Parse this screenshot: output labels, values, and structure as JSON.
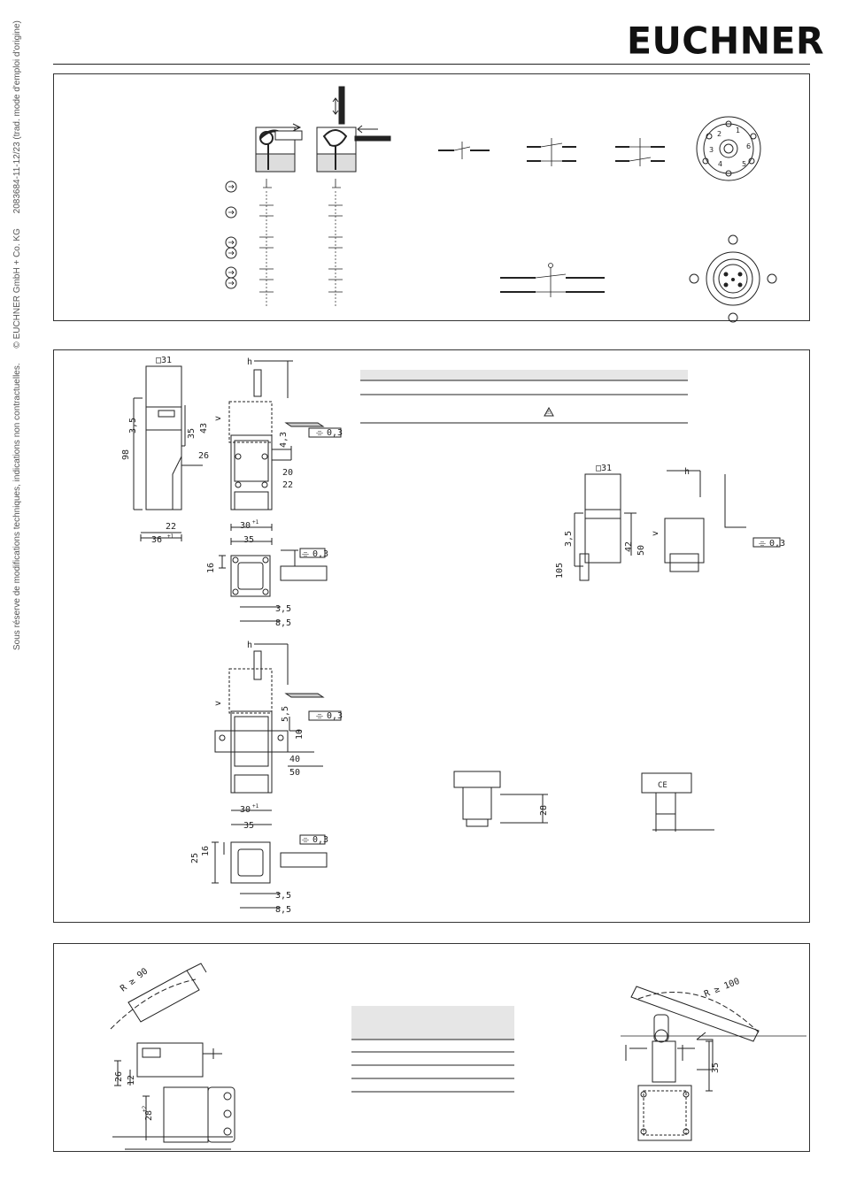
{
  "header": {
    "brand": "EUCHNER"
  },
  "sidebar_text": {
    "part1": "Sous réserve de modifications techniques, indications non contractuelles.",
    "part2": "© EUCHNER GmbH + Co. KG",
    "part3": "2083684-11-12/23 (trad. mode d'emploi d'origine)"
  },
  "connector_pins": [
    "1",
    "2",
    "3",
    "4",
    "5",
    "6"
  ],
  "dimensions": {
    "a31": "□31",
    "d98": "98",
    "d3_5": "3,5",
    "d35": "35",
    "d43": "43",
    "d26": "26",
    "d22": "22",
    "d36": "36",
    "d36sup": "+1",
    "d4_3": "4,3",
    "d20": "20",
    "d30": "30",
    "d30sup": "+1",
    "d16": "16",
    "d25": "25",
    "d8_5": "8,5",
    "d5_5": "5,5",
    "d10": "10",
    "d40": "40",
    "d50": "50",
    "d42": "42",
    "d105": "105",
    "d28": "28",
    "tol": "0,3",
    "tol_sym": "⌯",
    "h": "h",
    "v": "v",
    "r90": "R ≥ 90",
    "r100": "R ≥ 100",
    "d26b": "26",
    "d12": "12",
    "d28b": "28",
    "d28bsup": "+2",
    "d35b": "35",
    "ce": "CE",
    "warn": "⚠"
  }
}
